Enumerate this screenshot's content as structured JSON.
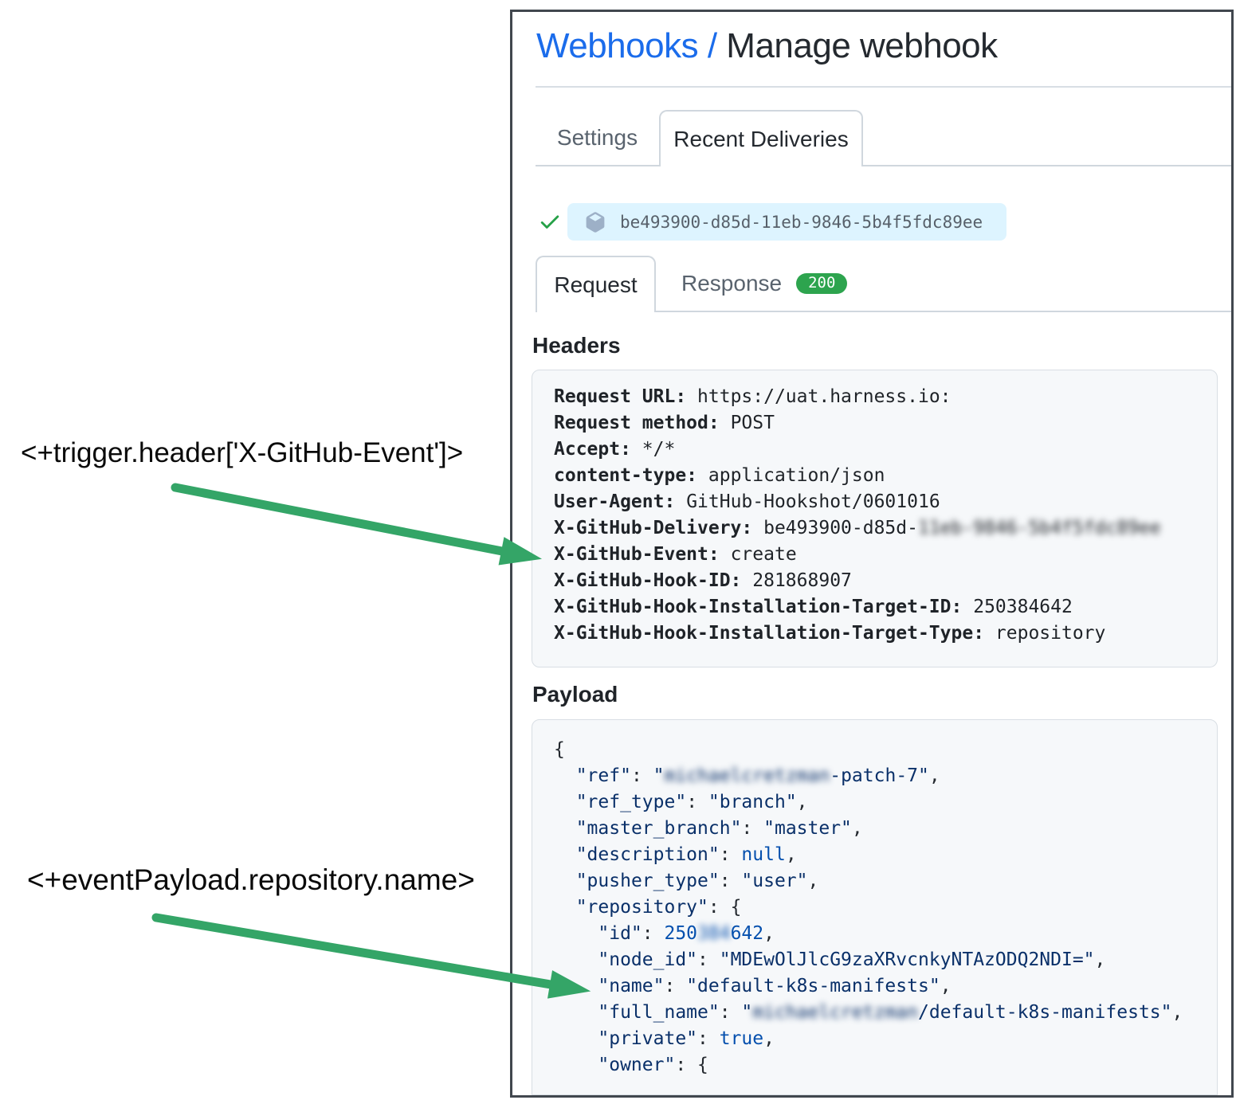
{
  "colors": {
    "link_blue": "#1b6ceb",
    "arrow_green": "#34a567",
    "check_green": "#26a148",
    "badge_green": "#2da44e",
    "pill_blue_bg": "#ddf4ff",
    "code_box_bg": "#f6f8fa",
    "json_string": "#0a3069",
    "json_constant": "#0550ae"
  },
  "annotations": {
    "trigger_header": "<+trigger.header['X-GitHub-Event']>",
    "event_payload": "<+eventPayload.repository.name>"
  },
  "panel": {
    "breadcrumb": {
      "link": "Webhooks",
      "separator": "/",
      "current": "Manage webhook"
    },
    "main_tabs": {
      "settings": "Settings",
      "recent_deliveries": "Recent Deliveries"
    },
    "delivery": {
      "guid": "be493900-d85d-11eb-9846-5b4f5fdc89ee",
      "status_icon": "check-icon",
      "package_icon": "package-icon"
    },
    "delivery_tabs": {
      "request": "Request",
      "response": "Response",
      "status_badge": "200"
    },
    "headers": {
      "title": "Headers",
      "items": [
        {
          "name": "Request URL:",
          "value": "https://uat.harness.io:"
        },
        {
          "name": "Request method:",
          "value": "POST"
        },
        {
          "name": "Accept:",
          "value": "*/*"
        },
        {
          "name": "content-type:",
          "value": "application/json"
        },
        {
          "name": "User-Agent:",
          "value": "GitHub-Hookshot/0601016"
        },
        {
          "name": "X-GitHub-Delivery:",
          "value": "be493900-d85d-",
          "blurred": "11eb-9846-5b4f5fdc89ee"
        },
        {
          "name": "X-GitHub-Event:",
          "value": "create"
        },
        {
          "name": "X-GitHub-Hook-ID:",
          "value": "281868907"
        },
        {
          "name": "X-GitHub-Hook-Installation-Target-ID:",
          "value": "250384642"
        },
        {
          "name": "X-GitHub-Hook-Installation-Target-Type:",
          "value": "repository"
        }
      ]
    },
    "payload": {
      "title": "Payload",
      "lines": [
        {
          "segments": [
            {
              "t": "{",
              "c": "pun"
            }
          ]
        },
        {
          "segments": [
            {
              "t": "  ",
              "c": "pun"
            },
            {
              "t": "\"ref\"",
              "c": "str"
            },
            {
              "t": ": ",
              "c": "pun"
            },
            {
              "t": "\"",
              "c": "str"
            },
            {
              "t": "michaelcretzman",
              "c": "str",
              "blur": true
            },
            {
              "t": "-patch-7\"",
              "c": "str"
            },
            {
              "t": ",",
              "c": "pun"
            }
          ]
        },
        {
          "segments": [
            {
              "t": "  ",
              "c": "pun"
            },
            {
              "t": "\"ref_type\"",
              "c": "str"
            },
            {
              "t": ": ",
              "c": "pun"
            },
            {
              "t": "\"branch\"",
              "c": "str"
            },
            {
              "t": ",",
              "c": "pun"
            }
          ]
        },
        {
          "segments": [
            {
              "t": "  ",
              "c": "pun"
            },
            {
              "t": "\"master_branch\"",
              "c": "str"
            },
            {
              "t": ": ",
              "c": "pun"
            },
            {
              "t": "\"master\"",
              "c": "str"
            },
            {
              "t": ",",
              "c": "pun"
            }
          ]
        },
        {
          "segments": [
            {
              "t": "  ",
              "c": "pun"
            },
            {
              "t": "\"description\"",
              "c": "str"
            },
            {
              "t": ": ",
              "c": "pun"
            },
            {
              "t": "null",
              "c": "const"
            },
            {
              "t": ",",
              "c": "pun"
            }
          ]
        },
        {
          "segments": [
            {
              "t": "  ",
              "c": "pun"
            },
            {
              "t": "\"pusher_type\"",
              "c": "str"
            },
            {
              "t": ": ",
              "c": "pun"
            },
            {
              "t": "\"user\"",
              "c": "str"
            },
            {
              "t": ",",
              "c": "pun"
            }
          ]
        },
        {
          "segments": [
            {
              "t": "  ",
              "c": "pun"
            },
            {
              "t": "\"repository\"",
              "c": "str"
            },
            {
              "t": ": {",
              "c": "pun"
            }
          ]
        },
        {
          "segments": [
            {
              "t": "    ",
              "c": "pun"
            },
            {
              "t": "\"id\"",
              "c": "str"
            },
            {
              "t": ": ",
              "c": "pun"
            },
            {
              "t": "250",
              "c": "const"
            },
            {
              "t": "384",
              "c": "const",
              "blur": true
            },
            {
              "t": "642",
              "c": "const"
            },
            {
              "t": ",",
              "c": "pun"
            }
          ]
        },
        {
          "segments": [
            {
              "t": "    ",
              "c": "pun"
            },
            {
              "t": "\"node_id\"",
              "c": "str"
            },
            {
              "t": ": ",
              "c": "pun"
            },
            {
              "t": "\"MDEwOlJlcG9zaXRvcnkyNTAzODQ2NDI=\"",
              "c": "str"
            },
            {
              "t": ",",
              "c": "pun"
            }
          ]
        },
        {
          "segments": [
            {
              "t": "    ",
              "c": "pun"
            },
            {
              "t": "\"name\"",
              "c": "str"
            },
            {
              "t": ": ",
              "c": "pun"
            },
            {
              "t": "\"default-k8s-manifests\"",
              "c": "str"
            },
            {
              "t": ",",
              "c": "pun"
            }
          ]
        },
        {
          "segments": [
            {
              "t": "    ",
              "c": "pun"
            },
            {
              "t": "\"full_name\"",
              "c": "str"
            },
            {
              "t": ": ",
              "c": "pun"
            },
            {
              "t": "\"",
              "c": "str"
            },
            {
              "t": "michaelcretzman",
              "c": "str",
              "blur": true
            },
            {
              "t": "/default-k8s-manifests\"",
              "c": "str"
            },
            {
              "t": ",",
              "c": "pun"
            }
          ]
        },
        {
          "segments": [
            {
              "t": "    ",
              "c": "pun"
            },
            {
              "t": "\"private\"",
              "c": "str"
            },
            {
              "t": ": ",
              "c": "pun"
            },
            {
              "t": "true",
              "c": "const"
            },
            {
              "t": ",",
              "c": "pun"
            }
          ]
        },
        {
          "segments": [
            {
              "t": "    ",
              "c": "pun"
            },
            {
              "t": "\"owner\"",
              "c": "str"
            },
            {
              "t": ": {",
              "c": "pun"
            }
          ]
        }
      ]
    }
  }
}
